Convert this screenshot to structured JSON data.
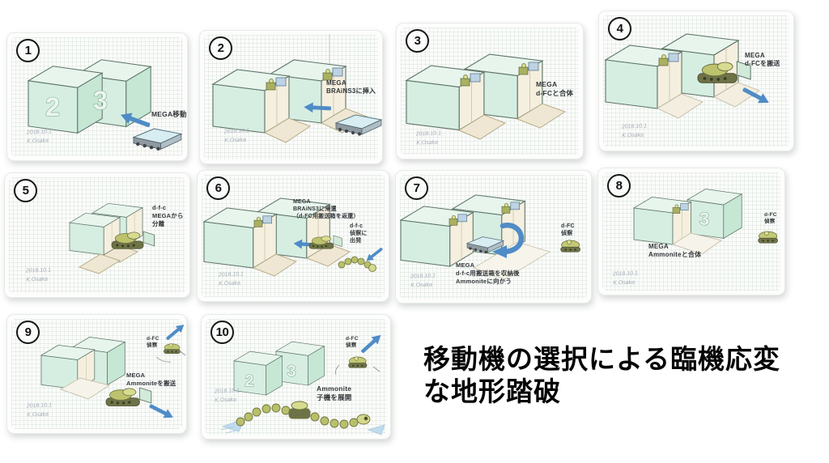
{
  "title": "移動機の選択による臨機応変\nな地形踏破",
  "signature": "2018.10.1\nK.Osaka",
  "cube_labels": {
    "two": "2",
    "three": "3"
  },
  "colors": {
    "box_mint": "#d6eee1",
    "arrow_blue": "#4f8cc7",
    "robot_olive": "#bcc36c",
    "interior_beige": "#f5efdf",
    "title_black": "#050505"
  },
  "panels": [
    {
      "number": "1",
      "caption": "MEGA移動"
    },
    {
      "number": "2",
      "caption": "MEGA\nBRAiNS3に挿入"
    },
    {
      "number": "3",
      "caption": "MEGA\nd-FCと合体"
    },
    {
      "number": "4",
      "caption": "MEGA\nd-FCを搬送"
    },
    {
      "number": "5",
      "caption": "d-f-c\nMEGAから\n分離"
    },
    {
      "number": "6",
      "caption": "MEGA\nBRAiNS3に帰還\n（d-FC用搬送箱を返還）",
      "side_caption": "d-f-c\n偵察に\n出発"
    },
    {
      "number": "7",
      "caption": "MEGA\nd-f-c用搬送箱を収納後\nAmmoniteに向かう",
      "side_caption": "d-FC\n偵察"
    },
    {
      "number": "8",
      "caption": "MEGA\nAmmoniteと合体",
      "side_caption": "d-FC\n偵察"
    },
    {
      "number": "9",
      "caption": "MEGA\nAmmoniteを搬送",
      "side_caption": "d-FC\n偵察"
    },
    {
      "number": "10",
      "caption": "Ammonite\n子機を展開",
      "side_caption": "d-FC\n偵察"
    }
  ]
}
